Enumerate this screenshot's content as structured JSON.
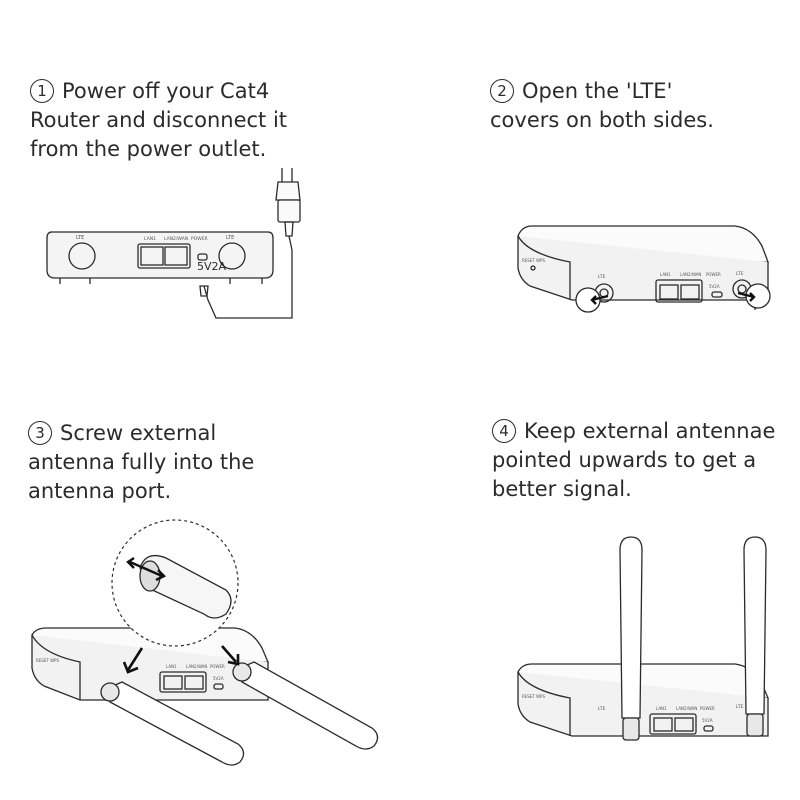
{
  "steps": [
    {
      "number": "1",
      "lines": [
        "Power off your Cat4",
        "Router and disconnect it",
        "from the power outlet."
      ],
      "device_labels": {
        "lte_left": "LTE",
        "lan1": "LAN1",
        "lan2": "LAN2/WAN",
        "power": "POWER",
        "lte_right": "LTE",
        "rating": "5V2A"
      }
    },
    {
      "number": "2",
      "lines": [
        "Open the 'LTE'",
        "covers on both sides."
      ],
      "device_labels": {
        "reset": "RESET WPS",
        "lte_left": "LTE",
        "lan1": "LAN1",
        "lan2": "LAN2/WAN",
        "power": "POWER",
        "lte_right": "LTE",
        "rating": "5V2A"
      }
    },
    {
      "number": "3",
      "lines": [
        "Screw external",
        "antenna fully into the",
        "antenna port."
      ],
      "device_labels": {
        "reset": "RESET WPS",
        "lan1": "LAN1",
        "lan2": "LAN2/WAN",
        "power": "POWER",
        "rating": "5V2A"
      }
    },
    {
      "number": "4",
      "lines": [
        "Keep external antennae",
        "pointed upwards to get a",
        "better signal."
      ],
      "device_labels": {
        "reset": "RESET WPS",
        "lte_left": "LTE",
        "lan1": "LAN1",
        "lan2": "LAN2/WAN",
        "power": "POWER",
        "lte_right": "LTE",
        "rating": "5V2A"
      }
    }
  ],
  "colors": {
    "line": "#2b2b2b",
    "device": "#f2f2f2",
    "accent": "#111111"
  }
}
